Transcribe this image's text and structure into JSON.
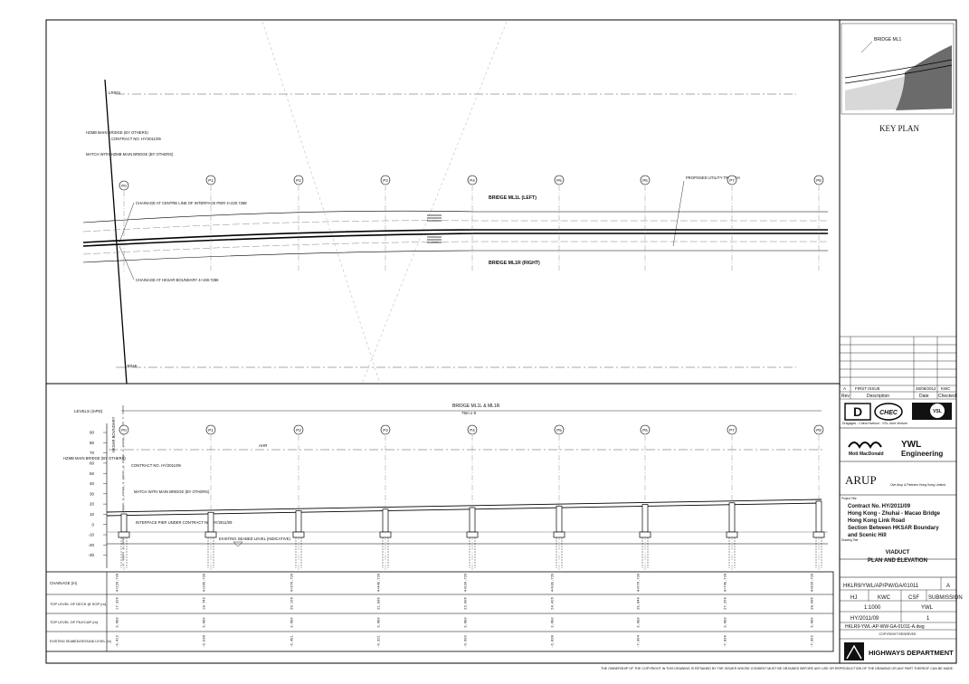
{
  "plan": {
    "top_label": "LR001",
    "bottom_label": "LR046",
    "bridge_left": "BRIDGE ML1L (LEFT)",
    "bridge_right": "BRIDGE ML1R (RIGHT)",
    "utility_note": "PROPOSED UTILITY TROUGH",
    "contract_note": "CONTRACT NO. HY/2011/09",
    "main_bridge_note": "HZMB MAIN BRIDGE (BY OTHERS)",
    "match_note": "MATCH WITH HZMB MAIN BRIDGE (BY OTHERS)",
    "chainage_interface": "CHAINAGE AT CENTRE LINE OF INTERFACE PIER 4+220.7288",
    "chainage_boundary": "CHAINAGE AT HKSAR BOUNDARY 4+190.7288",
    "piers": [
      "P0",
      "P1",
      "P2",
      "P3",
      "P4",
      "P5",
      "P6",
      "P7",
      "P8"
    ]
  },
  "elevation": {
    "levels_label": "LEVELS (mPD)",
    "level_ticks": [
      "90",
      "80",
      "70",
      "60",
      "50",
      "40",
      "30",
      "20",
      "10",
      "0",
      "-10",
      "-20",
      "-30"
    ],
    "bridge_label": "BRIDGE ML1L & ML1R",
    "span_label": "75m x 8",
    "ahr_label": "AHR",
    "boundary_label": "HKSAR BOUNDARY",
    "main_bridge_note": "HZMB MAIN BRIDGE (BY OTHERS)",
    "contract_note": "CONTRACT NO. HY/2011/09",
    "match_note": "MATCH WITH MAIN BRIDGE (BY OTHERS)",
    "interface_note": "INTERFACE PIER UNDER CONTRACT NO. HY/2011/09",
    "seabed_note": "EXISTING SEABED LEVEL (INDICATIVE)",
    "piers": [
      "P0",
      "P1",
      "P2",
      "P3",
      "P4",
      "P5",
      "P6",
      "P7",
      "P8"
    ]
  },
  "table": {
    "row_labels": [
      "CHAINAGE (m)",
      "TOP LEVEL OF DECK @ SOP (m)",
      "TOP LEVEL OF PILECAP (m)",
      "EXISTING SEABED/GROUND LEVEL (m)"
    ],
    "chainage": [
      "4+220.729",
      "4+295.729",
      "4+370.729",
      "4+445.729",
      "4+520.729",
      "4+595.729",
      "4+670.729",
      "4+745.729",
      "4+820.729"
    ],
    "deck": [
      "17.326",
      "18.746",
      "20.166",
      "21.586",
      "23.006",
      "24.426",
      "25.846",
      "27.266",
      "28.686"
    ],
    "pilecap": [
      "3.850",
      "3.850",
      "3.850",
      "3.850",
      "3.850",
      "3.850",
      "3.850",
      "3.850",
      "3.850"
    ],
    "seabed": [
      "-6.412",
      "-6.538",
      "-6.451",
      "-6.321",
      "-6.602",
      "-6.838",
      "-7.964",
      "-7.839",
      "-7.962"
    ]
  },
  "key_plan": {
    "title": "KEY PLAN",
    "label": "BRIDGE ML1"
  },
  "revision": {
    "rev": "A",
    "description": "FIRST ISSUE",
    "date": "26/08/2012",
    "checked": "KWC",
    "headers": [
      "Rev",
      "Description",
      "Date",
      "Checked"
    ]
  },
  "contractor": {
    "name_line": "Dragages - China Harbour - VSL Joint Venture",
    "logo1": "D",
    "logo2": "CHEC",
    "logo3": "VSL"
  },
  "designer": {
    "logo1": "Mott MacDonald",
    "logo2_top": "YWL",
    "logo2_bottom": "Engineering"
  },
  "consultant": {
    "logo": "ARUP",
    "sub": "Ove Arup & Partners Hong Kong Limited"
  },
  "project": {
    "label": "Project Title",
    "lines": [
      "Contract No. HY/2011/09",
      "Hong Kong - Zhuhai - Macao Bridge",
      "Hong Kong Link Road",
      "Section Between HKSAR Boundary",
      "and Scenic Hill"
    ]
  },
  "drawing": {
    "label": "Drawing Title",
    "title1": "VIADUCT",
    "title2": "PLAN AND ELEVATION",
    "number": "HKLR9/YWL/AP/PW/GA/01011",
    "rev": "A",
    "drawn": "HJ",
    "checked": "KWC",
    "approved": "CSF",
    "status": "SUBMISSION",
    "scale": "1:1000",
    "contractor_code": "YWL",
    "job_no": "HY/2011/09",
    "sheet_no": "1",
    "file": "HKLR9-YWL-AP-WW-GA-01011-A.dwg",
    "copyright": "COPYRIGHT RESERVED",
    "department": "HIGHWAYS DEPARTMENT"
  },
  "footer": "THE OWNERSHIP OF THE COPYRIGHT IN THIS DRAWING IS RETAINED BY THE ISSUER WHOSE CONSENT MUST BE OBTAINED BEFORE ANY USE OR REPRODUCTION OF THE DRAWING OR ANY PART THEREOF CAN BE MADE."
}
